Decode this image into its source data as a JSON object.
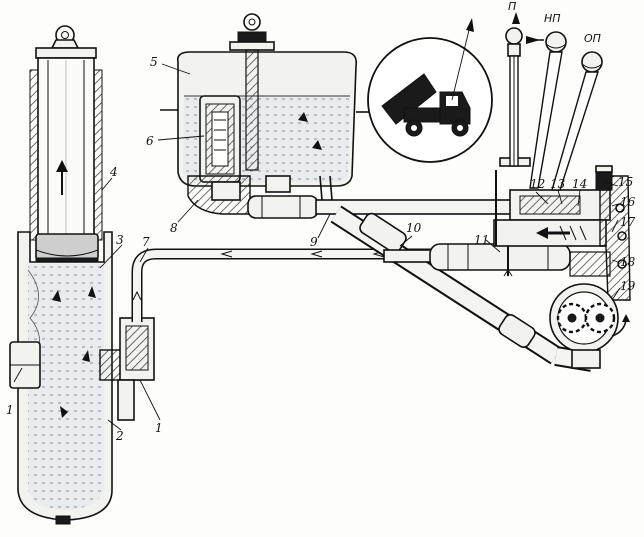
{
  "callouts": {
    "c1a": "1",
    "c1b": "1",
    "c2": "2",
    "c3": "3",
    "c4": "4",
    "c5": "5",
    "c6": "6",
    "c7": "7",
    "c8": "8",
    "c9": "9",
    "c10": "10",
    "c11": "11",
    "c12": "12",
    "c13": "13",
    "c14": "14",
    "c15": "15",
    "c16": "16",
    "c17": "17",
    "c18": "18",
    "c19": "19"
  },
  "levers": {
    "p": "П",
    "np": "НП",
    "op": "ОП"
  }
}
